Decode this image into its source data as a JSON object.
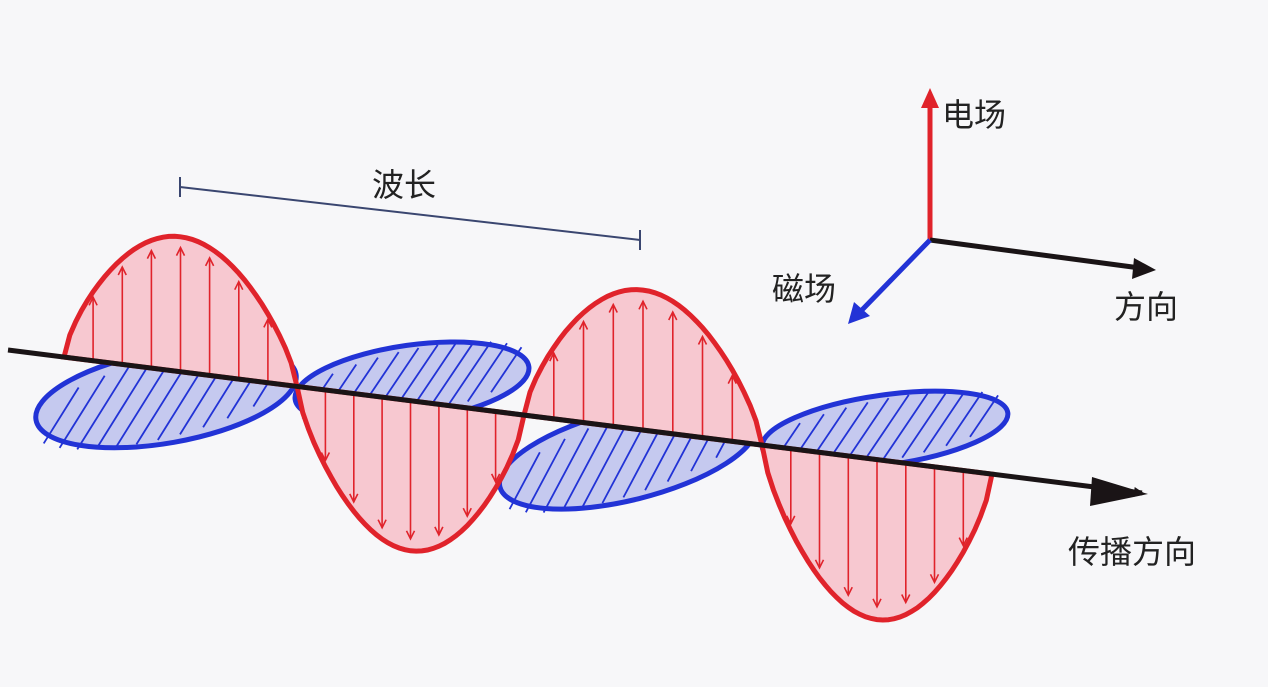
{
  "labels": {
    "wavelength": "波长",
    "electric_field": "电场",
    "magnetic_field": "磁场",
    "direction": "方向",
    "propagation_direction": "传播方向"
  },
  "colors": {
    "electric": "#e0232b",
    "electric_fill": "#f7c8d0",
    "magnetic": "#2233d6",
    "magnetic_fill": "#c5c9ef",
    "axis": "#1a1416",
    "scale_bar": "#3a4670"
  }
}
